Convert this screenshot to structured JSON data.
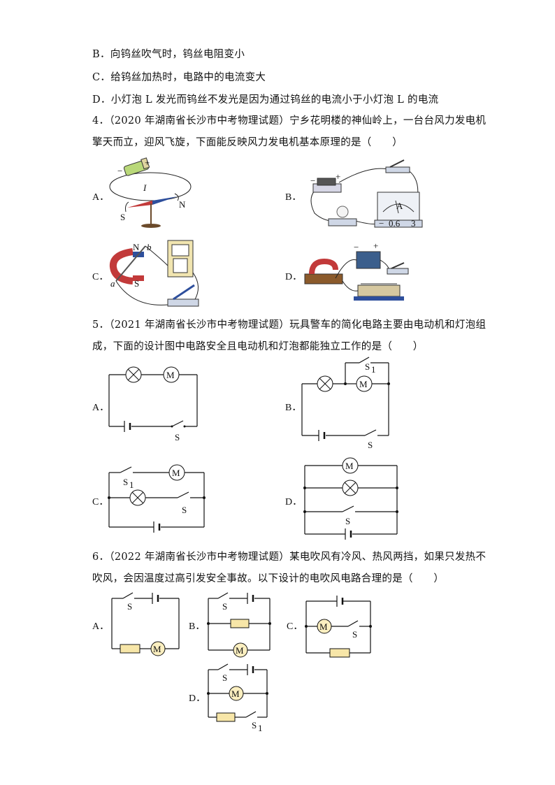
{
  "q3": {
    "optB": "B．向钨丝吹气时，钨丝电阻变小",
    "optC": "C．给钨丝加热时，电路中的电流变大",
    "optD": "D．小灯泡 L 发光而钨丝不发光是因为通过钨丝的电流小于小灯泡 L 的电流"
  },
  "q4": {
    "line1": "4．（2020 年湖南省长沙市中考物理试题）宁乡花明楼的神仙岭上，一台台风力发电机",
    "line2": "擎天而立，迎风飞旋，下面能反映风力发电机基本原理的是（　　）",
    "labels": [
      "A．",
      "B．",
      "C．",
      "D．"
    ],
    "figA": {
      "current": "I",
      "north": "N",
      "south": "S",
      "plus": "+",
      "minus": "−"
    },
    "figB": {
      "plus": "+",
      "minus": "−",
      "scale": [
        "−",
        "0.6",
        "3"
      ],
      "meter": "A"
    },
    "figC": {
      "north": "N",
      "south": "S",
      "a": "a",
      "b": "b"
    },
    "figD": {
      "plus": "+",
      "minus": "−"
    }
  },
  "q5": {
    "line1": "5．（2021 年湖南省长沙市中考物理试题）玩具警车的简化电路主要由电动机和灯泡组",
    "line2": "成，下面的设计图中电路安全且电动机和灯泡都能独立工作的是（　　）",
    "labels": [
      "A．",
      "B．",
      "C．",
      "D．"
    ],
    "switch_S": "S",
    "switch_S1": "S",
    "sub1": "1",
    "motor": "M"
  },
  "q6": {
    "line1": "6．（2022 年湖南省长沙市中考物理试题）某电吹风有冷风、热风两挡，如果只发热不",
    "line2": "吹风，会因温度过高引发安全事故。以下设计的电吹风电路合理的是（　　）",
    "labels": [
      "A．",
      "B．",
      "C．",
      "D．"
    ],
    "switch_S": "S",
    "switch_S1": "S",
    "sub1": "1",
    "motor": "M"
  },
  "colors": {
    "resistor": "#f7e6a8",
    "motor_fill": "#fbefc0",
    "magnet_red": "#c23a3a",
    "magnet_blue": "#2e4f9c"
  }
}
